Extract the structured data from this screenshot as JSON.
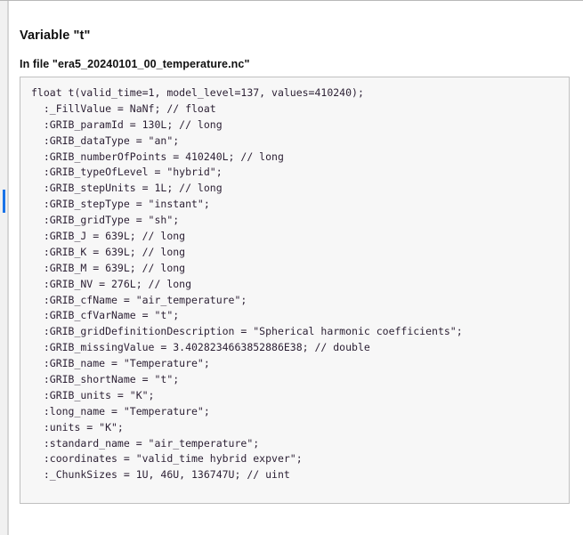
{
  "window": {
    "background_color": "#ffffff",
    "gutter_color": "#f1f1f1",
    "marker_color": "#1a73e8"
  },
  "headings": {
    "variable_title": "Variable \"t\"",
    "file_title": "In file \"era5_20240101_00_temperature.nc\""
  },
  "code_block": {
    "background_color": "#f7f7f7",
    "border_color": "#c0c0c0",
    "text_color": "#2b1f33",
    "lines": [
      "float t(valid_time=1, model_level=137, values=410240);",
      "  :_FillValue = NaNf; // float",
      "  :GRIB_paramId = 130L; // long",
      "  :GRIB_dataType = \"an\";",
      "  :GRIB_numberOfPoints = 410240L; // long",
      "  :GRIB_typeOfLevel = \"hybrid\";",
      "  :GRIB_stepUnits = 1L; // long",
      "  :GRIB_stepType = \"instant\";",
      "  :GRIB_gridType = \"sh\";",
      "  :GRIB_J = 639L; // long",
      "  :GRIB_K = 639L; // long",
      "  :GRIB_M = 639L; // long",
      "  :GRIB_NV = 276L; // long",
      "  :GRIB_cfName = \"air_temperature\";",
      "  :GRIB_cfVarName = \"t\";",
      "  :GRIB_gridDefinitionDescription = \"Spherical harmonic coefficients\";",
      "  :GRIB_missingValue = 3.4028234663852886E38; // double",
      "  :GRIB_name = \"Temperature\";",
      "  :GRIB_shortName = \"t\";",
      "  :GRIB_units = \"K\";",
      "  :long_name = \"Temperature\";",
      "  :units = \"K\";",
      "  :standard_name = \"air_temperature\";",
      "  :coordinates = \"valid_time hybrid expver\";",
      "  :_ChunkSizes = 1U, 46U, 136747U; // uint"
    ]
  }
}
